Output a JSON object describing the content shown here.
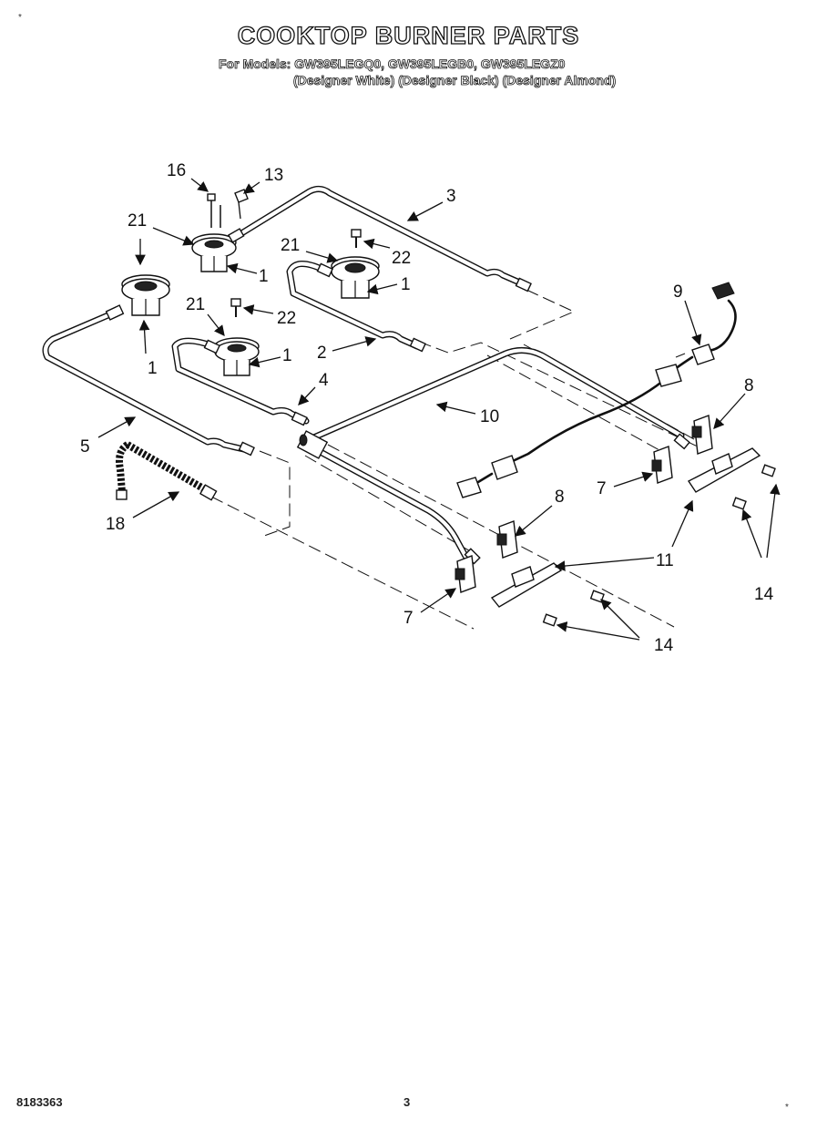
{
  "title": "COOKTOP BURNER PARTS",
  "subtitle": {
    "models": "For Models: GW395LEGQ0, GW395LEGB0, GW395LEGZ0",
    "variants": "(Designer White) (Designer Black) (Designer Almond)"
  },
  "callouts": {
    "c16": "16",
    "c13": "13",
    "c3": "3",
    "c21a": "21",
    "c21b": "21",
    "c22a": "22",
    "c1a": "1",
    "c1b": "1",
    "c21c": "21",
    "c22b": "22",
    "c1c": "1",
    "c9": "9",
    "c2": "2",
    "c1d": "1",
    "c4": "4",
    "c8a": "8",
    "c10": "10",
    "c5": "5",
    "c7a": "7",
    "c8b": "8",
    "c11": "11",
    "c18": "18",
    "c14a": "14",
    "c7b": "7",
    "c14b": "14"
  },
  "footer": {
    "doc_number": "8183363",
    "page_number": "3"
  },
  "marks": {
    "top_left": "*",
    "bottom_right": "*"
  }
}
